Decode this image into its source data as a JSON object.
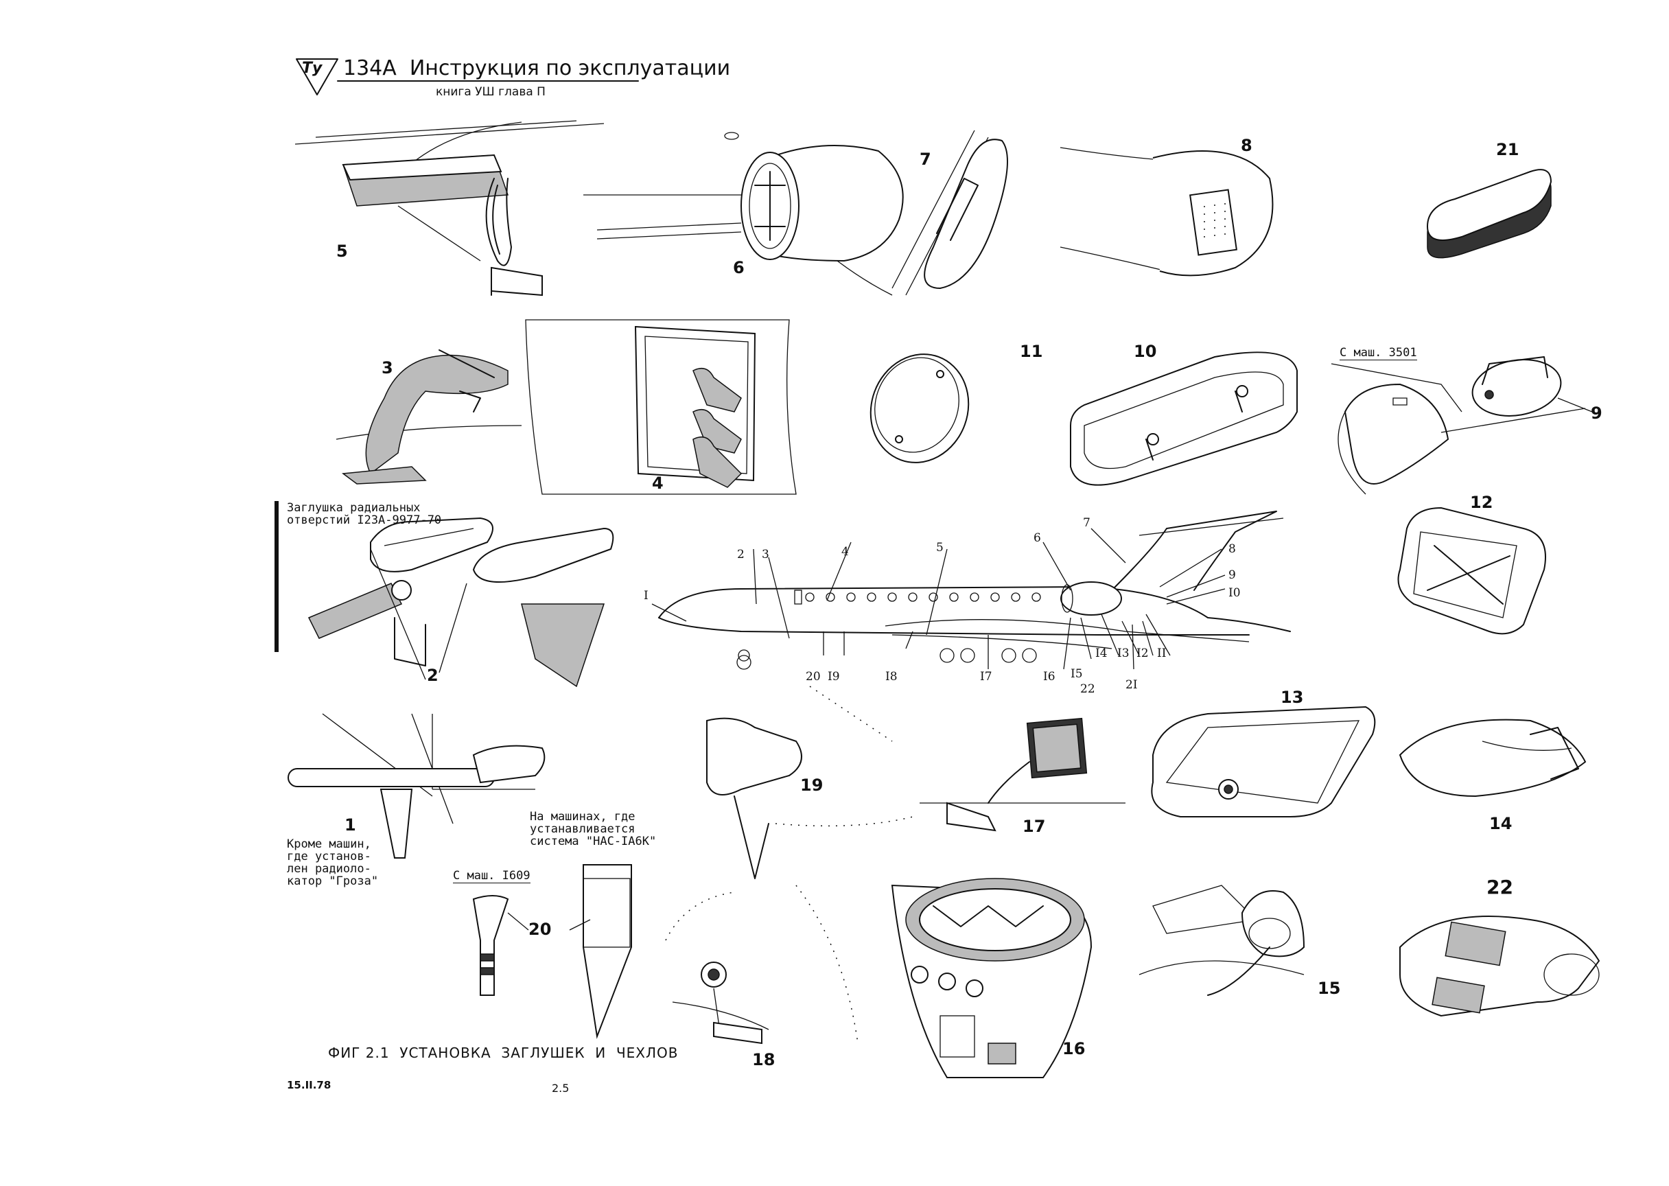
{
  "header": {
    "logo_text": "Ту",
    "title": "134А  Инструкция по эксплуатации",
    "subtitle": "книга УШ глава П"
  },
  "part_numbers": {
    "p1": "1",
    "p2": "2",
    "p3": "3",
    "p4": "4",
    "p5": "5",
    "p6": "6",
    "p7": "7",
    "p8": "8",
    "p9": "9",
    "p10": "10",
    "p11": "11",
    "p12": "12",
    "p13": "13",
    "p14": "14",
    "p15": "15",
    "p16": "16",
    "p17": "17",
    "p18": "18",
    "p19": "19",
    "p20": "20",
    "p21": "21",
    "p22": "22"
  },
  "callouts": {
    "c1": "I",
    "c2": "2",
    "c3": "3",
    "c4": "4",
    "c5": "5",
    "c6": "6",
    "c7": "7",
    "c8": "8",
    "c9": "9",
    "c10": "I0",
    "c11": "II",
    "c12": "I2",
    "c13": "I3",
    "c14": "I4",
    "c15": "I5",
    "c16": "I6",
    "c17": "I7",
    "c18": "I8",
    "c19": "I9",
    "c20": "20",
    "c21": "2I",
    "c22": "22"
  },
  "annotations": {
    "plug_radial": "Заглушка радиальных\nотверстий I23А-9977-70",
    "from_aircraft_3501": "С маш. 3501",
    "except_aircraft": "Кроме машин,\nгде установ-\nлен радиоло-\nкатор \"Гроза\"",
    "from_aircraft_1609": "С маш. I609",
    "where_system": "На машинах, где\nустанавливается\nсистема \"НАС-IА6К\""
  },
  "figure_caption": "ФИГ 2.1  УСТАНОВКА  ЗАГЛУШЕК  И  ЧЕХЛОВ",
  "footer": {
    "date": "15.II.78",
    "page": "2.5"
  }
}
